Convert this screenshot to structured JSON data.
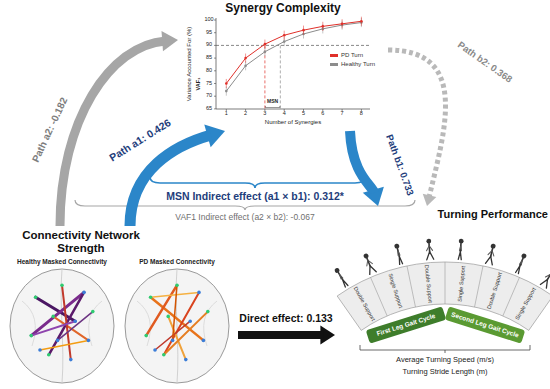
{
  "diagram": {
    "nodes": [
      {
        "text": [
          "Synergy Complexity"
        ]
      },
      {
        "text": [
          "Connectivity Network Strength"
        ]
      },
      {
        "text": [
          "Turning Performance"
        ]
      },
      {
        "text": [
          "First Leg Gait Cycle"
        ],
        "in": 2
      },
      {
        "text": [
          "Second Leg Gait Cycle"
        ],
        "in": 2
      }
    ],
    "edges": [
      {
        "from": 1,
        "to": 0,
        "label": "Path a2: -0.182",
        "arrow": "to"
      },
      {
        "from": 1,
        "to": 0,
        "label": "Path a1: 0.426",
        "arrow": "to"
      },
      {
        "from": 0,
        "to": 2,
        "label": "Path b1: 0.733",
        "arrow": "to"
      },
      {
        "from": 0,
        "to": 2,
        "label": "Path b2: 0.368",
        "arrow": "to"
      },
      {
        "from": 1,
        "to": 2,
        "label": "Direct effect: 0.133",
        "arrow": "to"
      }
    ],
    "labels": [
      "Variance Accounted For (%)",
      "VAF₁",
      "100",
      "95",
      "90",
      "85",
      "80",
      "75",
      "70",
      "65",
      "1",
      "2",
      "3",
      "4",
      "5",
      "6",
      "7",
      "8",
      "Number of Synergies",
      "MSN",
      "MSN Indirect effect (a1 × b1): 0.312*",
      "VAF1 Indirect effect (a2 × b2): -0.067",
      "Healthy Masked Connectivity",
      "PD Masked Connectivity",
      "Double Support",
      "Single Support",
      "Double Support",
      "Single Support",
      "Double Support",
      "Single Support",
      "Average Turning Speed (m/s)",
      "Turning Stride Length (m)"
    ],
    "legend": [
      {
        "text": "PD Turn",
        "color": "#e0302a"
      },
      {
        "text": "Healthy Turn",
        "color": "#8c8c8c"
      }
    ]
  }
}
